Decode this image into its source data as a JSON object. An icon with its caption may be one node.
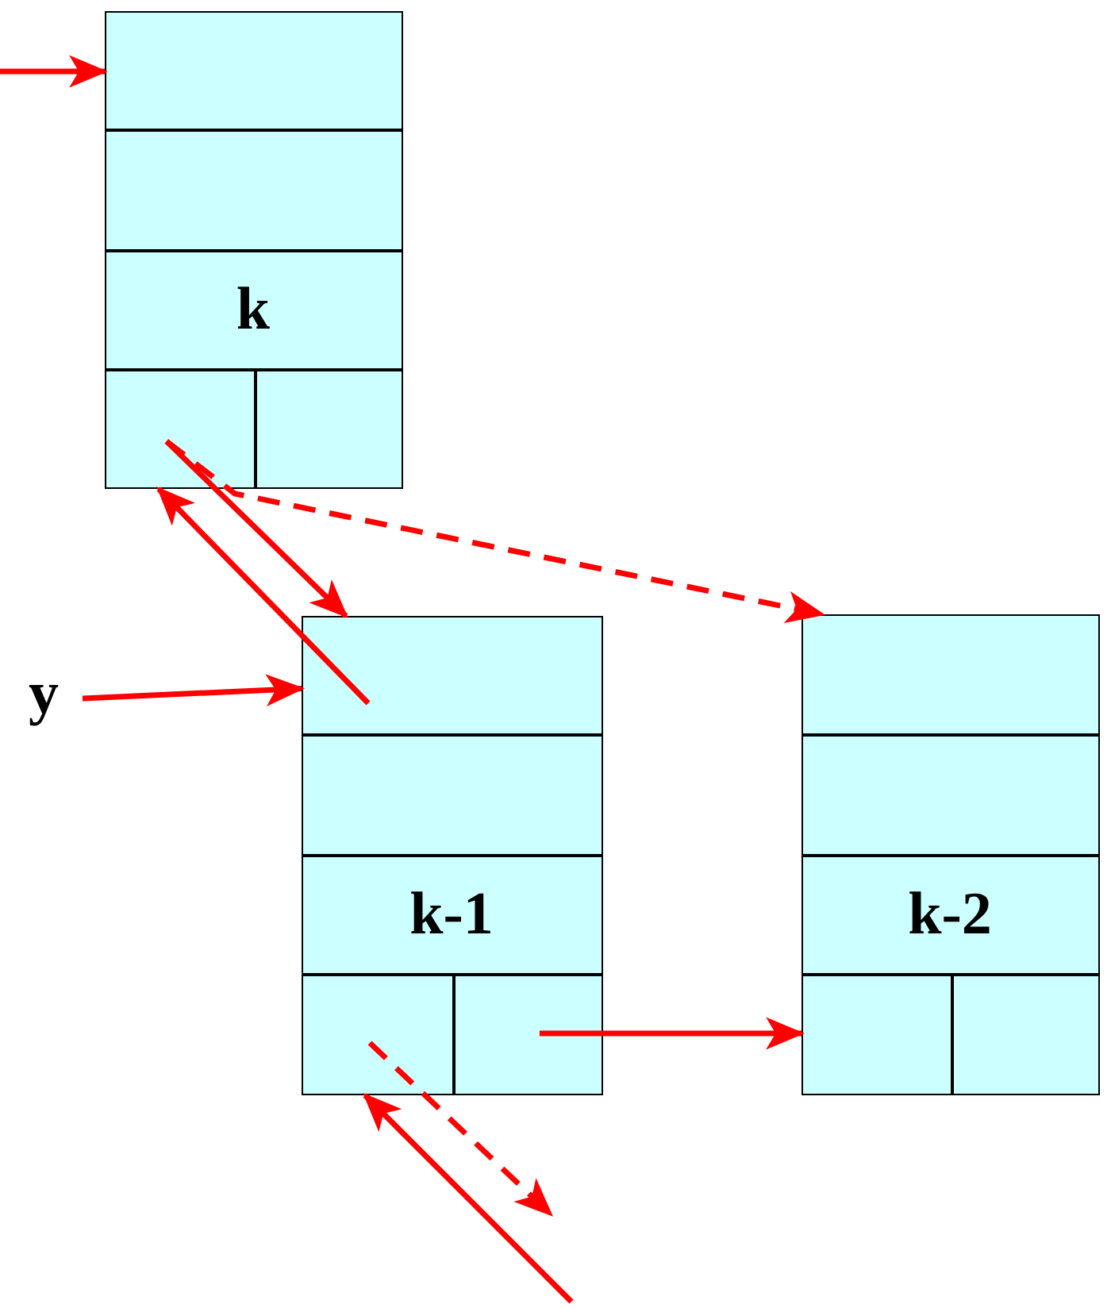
{
  "diagram": {
    "nodes": [
      {
        "text": [],
        "shape": "box"
      },
      {
        "text": [],
        "shape": "box",
        "in": 0
      },
      {
        "text": [],
        "shape": "box",
        "in": 0
      },
      {
        "text": [
          "k"
        ],
        "in": 0
      },
      {
        "text": [],
        "shape": "box",
        "in": 0
      },
      {
        "text": [],
        "shape": "box",
        "in": 0
      },
      {
        "text": [
          "y"
        ]
      },
      {
        "text": [],
        "shape": "box"
      },
      {
        "text": [],
        "shape": "box",
        "in": 7
      },
      {
        "text": [],
        "shape": "box",
        "in": 7
      },
      {
        "text": [
          "k-1"
        ],
        "in": 7
      },
      {
        "text": [],
        "shape": "box",
        "in": 7
      },
      {
        "text": [],
        "shape": "box",
        "in": 7
      },
      {
        "text": [],
        "shape": "box"
      },
      {
        "text": [],
        "shape": "box",
        "in": 13
      },
      {
        "text": [],
        "shape": "box",
        "in": 13
      },
      {
        "text": [
          "k-2"
        ],
        "in": 13
      },
      {
        "text": [],
        "shape": "box",
        "in": 13
      },
      {
        "text": [],
        "shape": "box",
        "in": 13
      }
    ],
    "edges": [
      {
        "from": null,
        "to": 1,
        "arrow": "to"
      },
      {
        "from": 4,
        "to": 8,
        "arrow": "to"
      },
      {
        "from": 8,
        "to": 4,
        "arrow": "to"
      },
      {
        "from": 4,
        "to": 14,
        "arrow": "to",
        "style": "dashed"
      },
      {
        "from": 6,
        "to": 8,
        "arrow": "to"
      },
      {
        "from": 12,
        "to": 17,
        "arrow": "to"
      },
      {
        "from": 11,
        "to": null,
        "arrow": "to",
        "style": "dashed"
      },
      {
        "from": null,
        "to": 11,
        "arrow": "to"
      }
    ]
  }
}
